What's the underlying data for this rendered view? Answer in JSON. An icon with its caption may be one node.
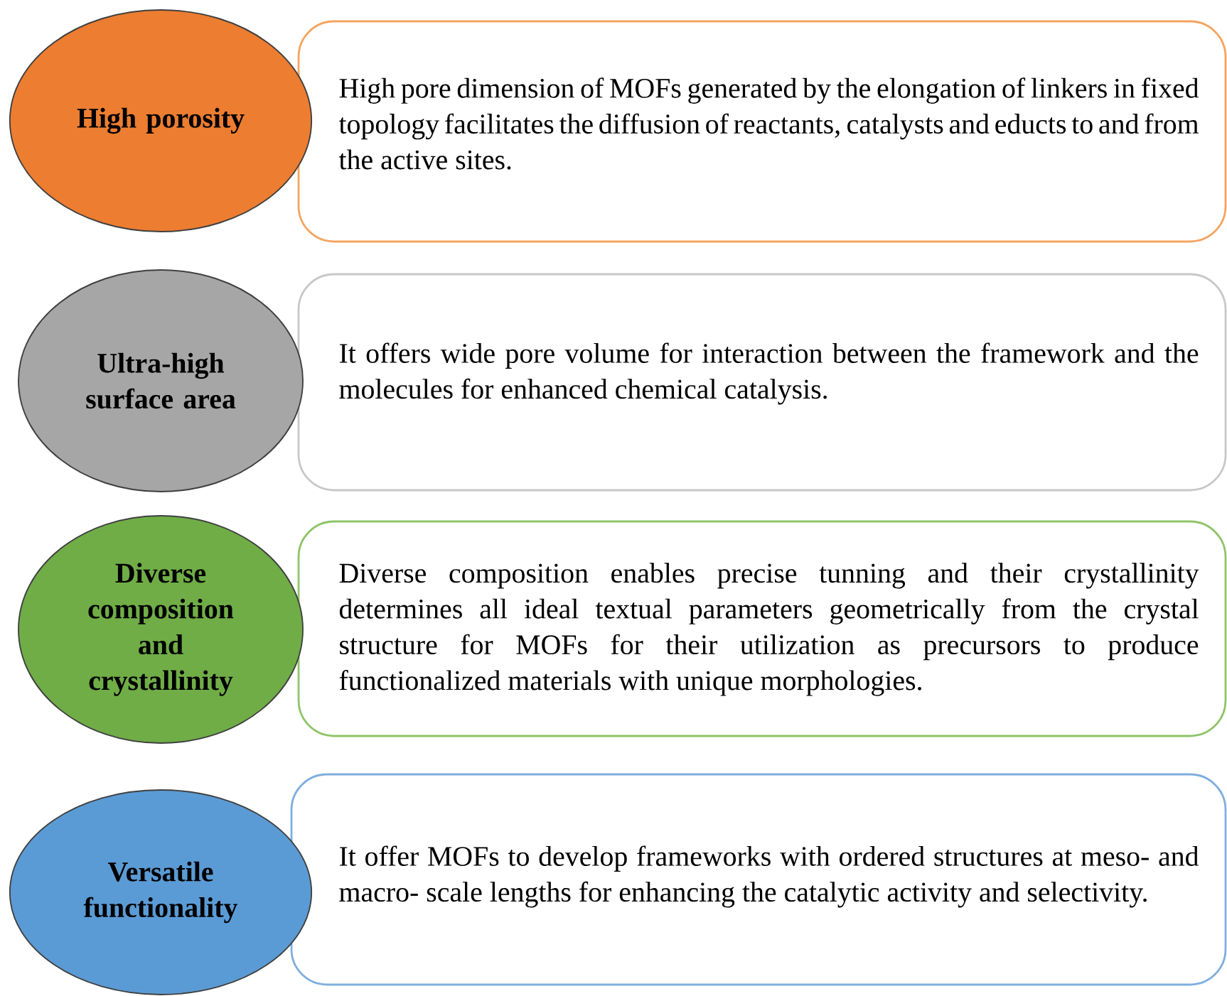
{
  "diagram": {
    "nodes": [
      {
        "text": [
          "High porosity"
        ]
      },
      {
        "text": [
          "High pore dimension of MOFs generated by the elongation of linkers in fixed topology facilitates the diffusion of reactants, catalysts and educts to and from the active sites."
        ]
      },
      {
        "text": [
          "Ultra-high surface area"
        ]
      },
      {
        "text": [
          "It offers wide pore volume for interaction between the framework and the molecules for enhanced chemical catalysis."
        ]
      },
      {
        "text": [
          "Diverse composition and crystallinity"
        ]
      },
      {
        "text": [
          "Diverse composition enables precise tunning and their crystallinity determines all ideal textual parameters geometrically from the crystal structure for MOFs for their utilization as precursors to produce functionalized materials with unique morphologies."
        ]
      },
      {
        "text": [
          "Versatile functionality"
        ]
      },
      {
        "text": [
          "It offer MOFs to develop frameworks with ordered structures at meso- and macro- scale lengths for enhancing the catalytic activity and selectivity."
        ]
      }
    ]
  }
}
